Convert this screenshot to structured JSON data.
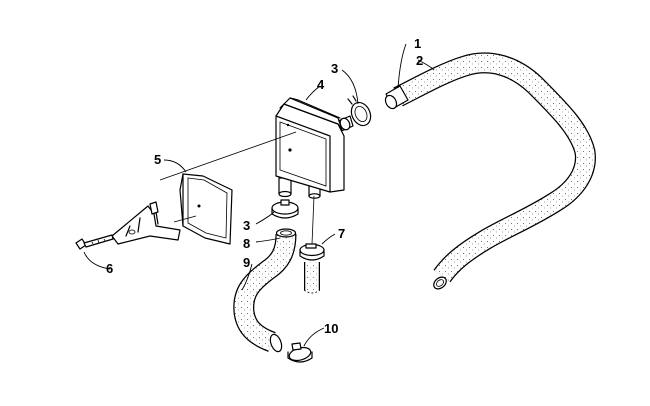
{
  "callouts": {
    "c1": "1",
    "c2": "2",
    "c3a": "3",
    "c3b": "3",
    "c4": "4",
    "c5": "5",
    "c6": "6",
    "c7": "7",
    "c8": "8",
    "c9": "9",
    "c10": "10"
  },
  "colors": {
    "ink": "#000000",
    "hose_fill": "#ffffff",
    "shadow": "#d9d9d9"
  }
}
